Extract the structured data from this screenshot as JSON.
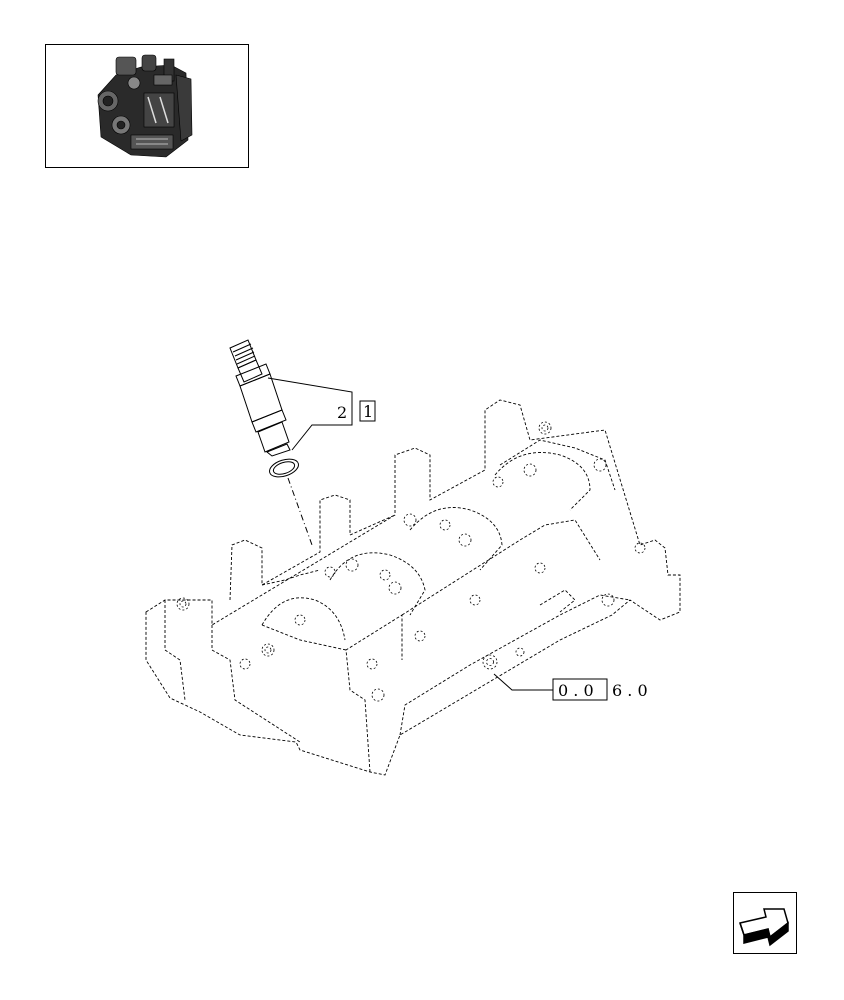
{
  "thumbnail": {
    "icon": "engine-thumbnail-icon"
  },
  "callouts": {
    "item_number": "2",
    "item_ref": "1",
    "ref_boxed": "0 . 0",
    "ref_suffix": "6 . 0"
  },
  "nav": {
    "icon": "next-page-arrow-icon"
  },
  "colors": {
    "line": "#000000",
    "background": "#ffffff"
  }
}
